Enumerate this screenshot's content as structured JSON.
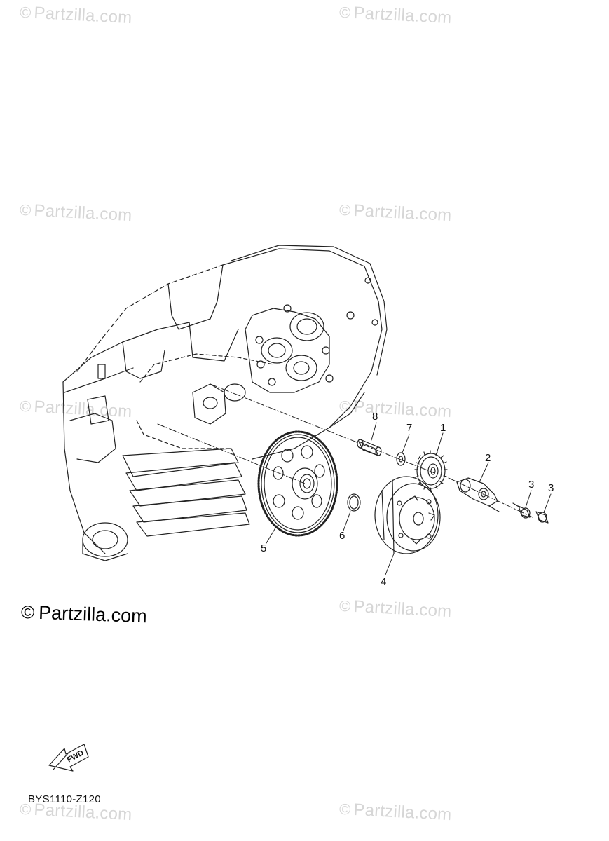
{
  "watermark": {
    "symbol": "©",
    "text": "Partzilla.com",
    "color": "#d6d6d6"
  },
  "copyright": {
    "symbol": "©",
    "text": "Partzilla.com"
  },
  "part_labels": {
    "p1": "1",
    "p2": "2",
    "p3a": "3",
    "p3b": "3",
    "p4": "4",
    "p5": "5",
    "p6": "6",
    "p7": "7",
    "p8": "8"
  },
  "fwd_label": "FWD",
  "diagram_code": "BYS1110-Z120",
  "icons": {
    "forward": "fwd-arrow-icon"
  }
}
